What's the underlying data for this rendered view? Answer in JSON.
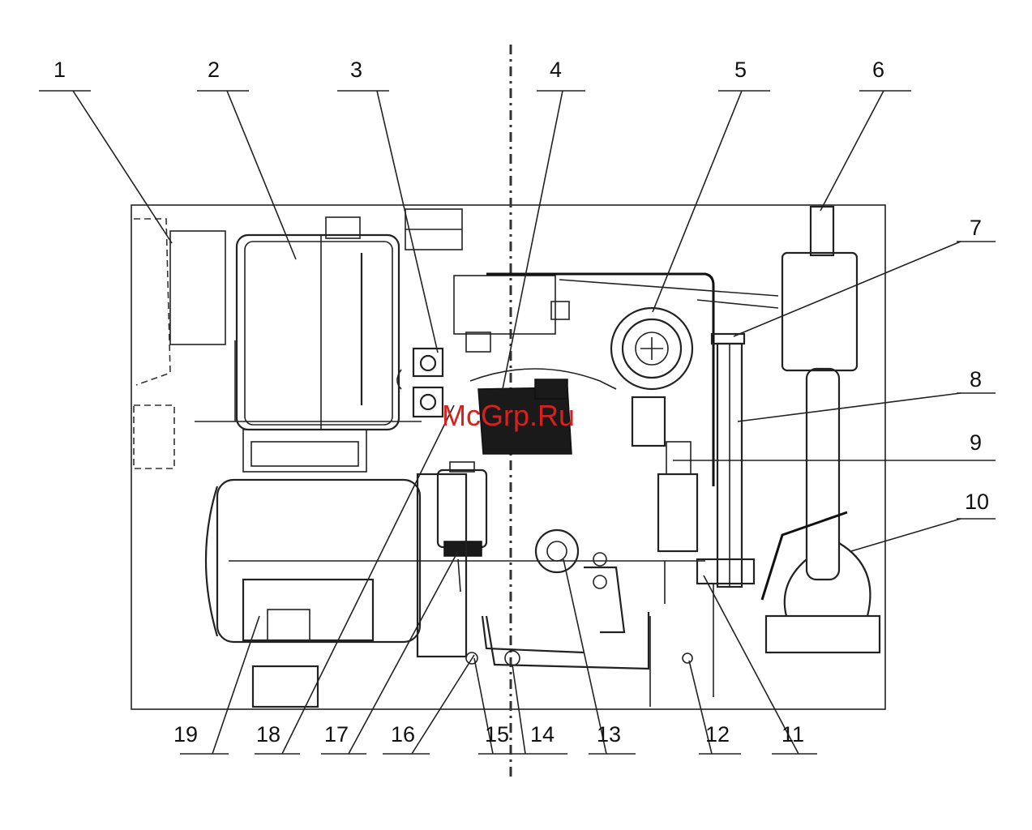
{
  "labels": [
    "1",
    "2",
    "3",
    "4",
    "5",
    "6",
    "7",
    "8",
    "9",
    "10",
    "11",
    "12",
    "13",
    "14",
    "15",
    "16",
    "17",
    "18",
    "19"
  ],
  "watermark": "McGrp.Ru"
}
